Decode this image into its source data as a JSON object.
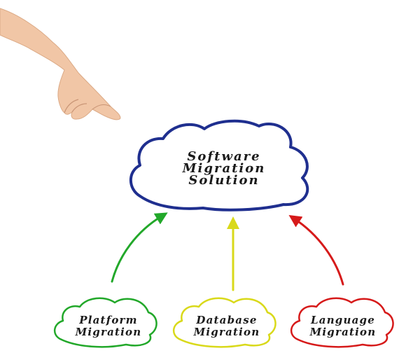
{
  "colors": {
    "main": "#1f2f8f",
    "platform": "#22a82a",
    "database": "#d9d91a",
    "language": "#d61a1a",
    "skin": "#f1c6a6",
    "text": "#1a1a1a"
  },
  "main": {
    "line1": "Software",
    "line2": "Migration",
    "line3": "Solution"
  },
  "children": [
    {
      "id": "platform",
      "line1": "Platform",
      "line2": "Migration"
    },
    {
      "id": "database",
      "line1": "Database",
      "line2": "Migration"
    },
    {
      "id": "language",
      "line1": "Language",
      "line2": "Migration"
    }
  ],
  "icons": {
    "hand": "pointing-hand-icon"
  }
}
